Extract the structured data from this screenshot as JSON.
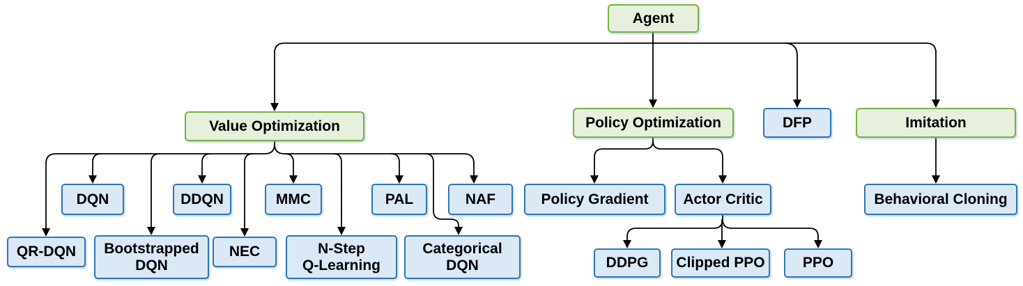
{
  "diagram": {
    "description": "Reinforcement learning agent taxonomy tree",
    "colors": {
      "category_fill": "#e7f0dc",
      "category_border": "#76b041",
      "algorithm_fill": "#dbe9f6",
      "algorithm_border": "#2e75b6",
      "connector": "#000000",
      "text": "#000000",
      "background": "#ffffff"
    },
    "nodes": {
      "agent": {
        "label": "Agent",
        "type": "category"
      },
      "value_optimization": {
        "label": "Value Optimization",
        "type": "category"
      },
      "policy_optimization": {
        "label": "Policy Optimization",
        "type": "category"
      },
      "dfp": {
        "label": "DFP",
        "type": "algorithm"
      },
      "imitation": {
        "label": "Imitation",
        "type": "category"
      },
      "dqn": {
        "label": "DQN",
        "type": "algorithm"
      },
      "ddqn": {
        "label": "DDQN",
        "type": "algorithm"
      },
      "mmc": {
        "label": "MMC",
        "type": "algorithm"
      },
      "pal": {
        "label": "PAL",
        "type": "algorithm"
      },
      "naf": {
        "label": "NAF",
        "type": "algorithm"
      },
      "qr_dqn": {
        "label": "QR-DQN",
        "type": "algorithm"
      },
      "bootstrapped_dqn": {
        "label": "Bootstrapped\nDQN",
        "type": "algorithm"
      },
      "nec": {
        "label": "NEC",
        "type": "algorithm"
      },
      "n_step_q_learning": {
        "label": "N-Step\nQ-Learning",
        "type": "algorithm"
      },
      "categorical_dqn": {
        "label": "Categorical\nDQN",
        "type": "algorithm"
      },
      "policy_gradient": {
        "label": "Policy Gradient",
        "type": "algorithm"
      },
      "actor_critic": {
        "label": "Actor Critic",
        "type": "algorithm"
      },
      "behavioral_cloning": {
        "label": "Behavioral Cloning",
        "type": "algorithm"
      },
      "ddpg": {
        "label": "DDPG",
        "type": "algorithm"
      },
      "clipped_ppo": {
        "label": "Clipped PPO",
        "type": "algorithm"
      },
      "ppo": {
        "label": "PPO",
        "type": "algorithm"
      }
    },
    "edges": [
      [
        "agent",
        "value_optimization"
      ],
      [
        "agent",
        "policy_optimization"
      ],
      [
        "agent",
        "dfp"
      ],
      [
        "agent",
        "imitation"
      ],
      [
        "value_optimization",
        "qr_dqn"
      ],
      [
        "value_optimization",
        "dqn"
      ],
      [
        "value_optimization",
        "bootstrapped_dqn"
      ],
      [
        "value_optimization",
        "ddqn"
      ],
      [
        "value_optimization",
        "nec"
      ],
      [
        "value_optimization",
        "mmc"
      ],
      [
        "value_optimization",
        "n_step_q_learning"
      ],
      [
        "value_optimization",
        "pal"
      ],
      [
        "value_optimization",
        "categorical_dqn"
      ],
      [
        "value_optimization",
        "naf"
      ],
      [
        "policy_optimization",
        "policy_gradient"
      ],
      [
        "policy_optimization",
        "actor_critic"
      ],
      [
        "actor_critic",
        "ddpg"
      ],
      [
        "actor_critic",
        "clipped_ppo"
      ],
      [
        "actor_critic",
        "ppo"
      ],
      [
        "imitation",
        "behavioral_cloning"
      ]
    ]
  }
}
